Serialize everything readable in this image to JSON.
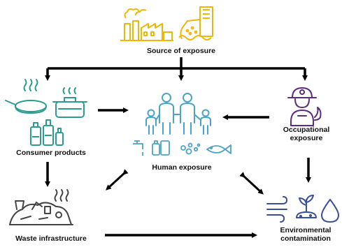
{
  "nodes": {
    "source": {
      "label": "Source of exposure",
      "color": "#f2b705",
      "icon": "factory-and-discharge-pipe-icon"
    },
    "consumer": {
      "label": "Consumer products",
      "color": "#2a9d8f",
      "icon": "cookware-and-bottles-icon"
    },
    "human": {
      "label": "Human exposure",
      "color": "#4aa3c8",
      "icon": "family-and-exposure-routes-icon"
    },
    "occupational": {
      "label_line1": "Occupational",
      "label_line2": "exposure",
      "color": "#5b2c83",
      "icon": "firefighter-icon"
    },
    "waste": {
      "label": "Waste infrastructure",
      "color": "#444444",
      "icon": "landfill-icon"
    },
    "environment": {
      "label_line1": "Environmental",
      "label_line2": "contamination",
      "color": "#3b4e9c",
      "icon": "air-soil-water-icon"
    }
  },
  "arrow_color": "#000000"
}
